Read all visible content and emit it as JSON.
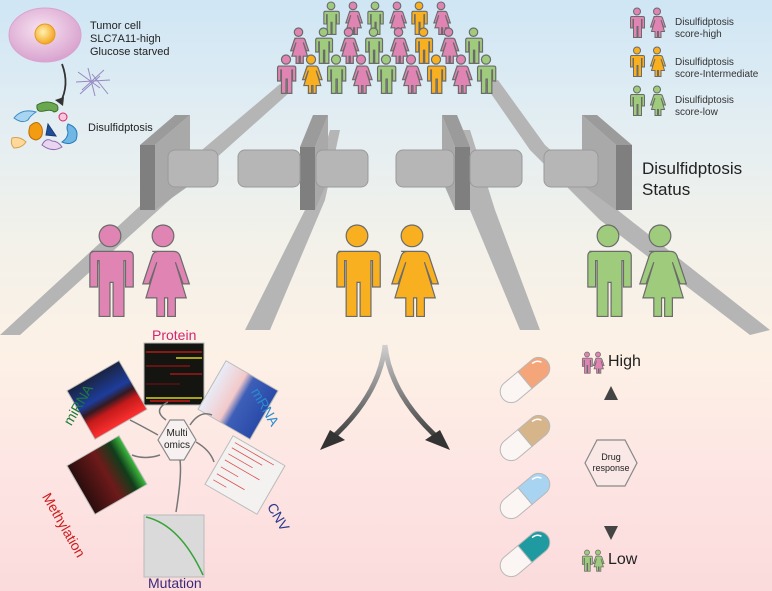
{
  "title_block": {
    "cell_lines": [
      "Tumor cell",
      "SLC7A11-high",
      "Glucose starved"
    ],
    "process_label": "Disulfidptosis"
  },
  "legend": [
    {
      "line1": "Disulfidptosis",
      "line2": "score-high",
      "color": "#e084b4"
    },
    {
      "line1": "Disulfidptosis",
      "line2": "score-Intermediate",
      "color": "#f9b020"
    },
    {
      "line1": "Disulfidptosis",
      "line2": "score-low",
      "color": "#9fcb7d"
    }
  ],
  "status_label": [
    "Disulfidptosis",
    "Status"
  ],
  "crowd": {
    "rows": [
      [
        "green",
        "pink",
        "green",
        "pink",
        "orange",
        "pink"
      ],
      [
        "pink",
        "green",
        "pink",
        "green",
        "pink",
        "orange",
        "pink",
        "green"
      ],
      [
        "pink",
        "orange",
        "green",
        "pink",
        "green",
        "pink",
        "orange",
        "pink",
        "green"
      ]
    ]
  },
  "groups": [
    {
      "name": "high",
      "color": "#e084b4"
    },
    {
      "name": "intermediate",
      "color": "#f9b020"
    },
    {
      "name": "low",
      "color": "#9fcb7d"
    }
  ],
  "multiomics": {
    "center_line1": "Multi",
    "center_line2": "omics",
    "panels": [
      {
        "label": "Protein",
        "color": "#d6256e"
      },
      {
        "label": "mRNA",
        "color": "#2a8ccf"
      },
      {
        "label": "CNV",
        "color": "#2b3a8c"
      },
      {
        "label": "Mutation",
        "color": "#3b2a7a"
      },
      {
        "label": "Methylation",
        "color": "#cc1f1f"
      },
      {
        "label": "miRNA",
        "color": "#1e7a3a"
      }
    ]
  },
  "drug": {
    "center_line1": "Drug",
    "center_line2": "response",
    "high_label": "High",
    "low_label": "Low",
    "pill_colors": [
      "#f5a57a",
      "#d6b58a",
      "#a8d4f2",
      "#1f9aa0"
    ]
  },
  "colors": {
    "pink": "#e084b4",
    "orange": "#f9b020",
    "green": "#9fcb7d",
    "road": "#b3b3b3",
    "gate_front": "#8a8a8a",
    "gate_side": "#a6a6a6",
    "box": "#b8b8b8"
  }
}
